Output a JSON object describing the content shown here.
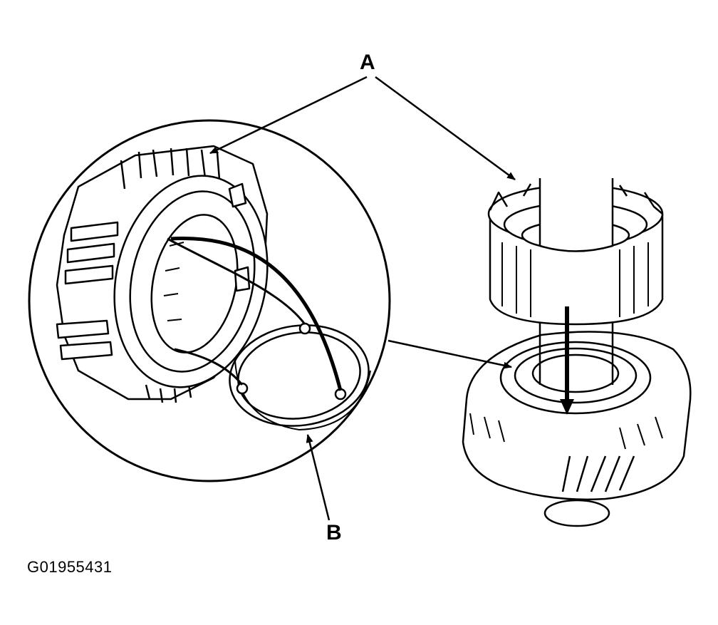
{
  "labels": {
    "a": "A",
    "b": "B"
  },
  "figure_id": "G01955431",
  "colors": {
    "ink": "#000000",
    "background": "#ffffff"
  }
}
